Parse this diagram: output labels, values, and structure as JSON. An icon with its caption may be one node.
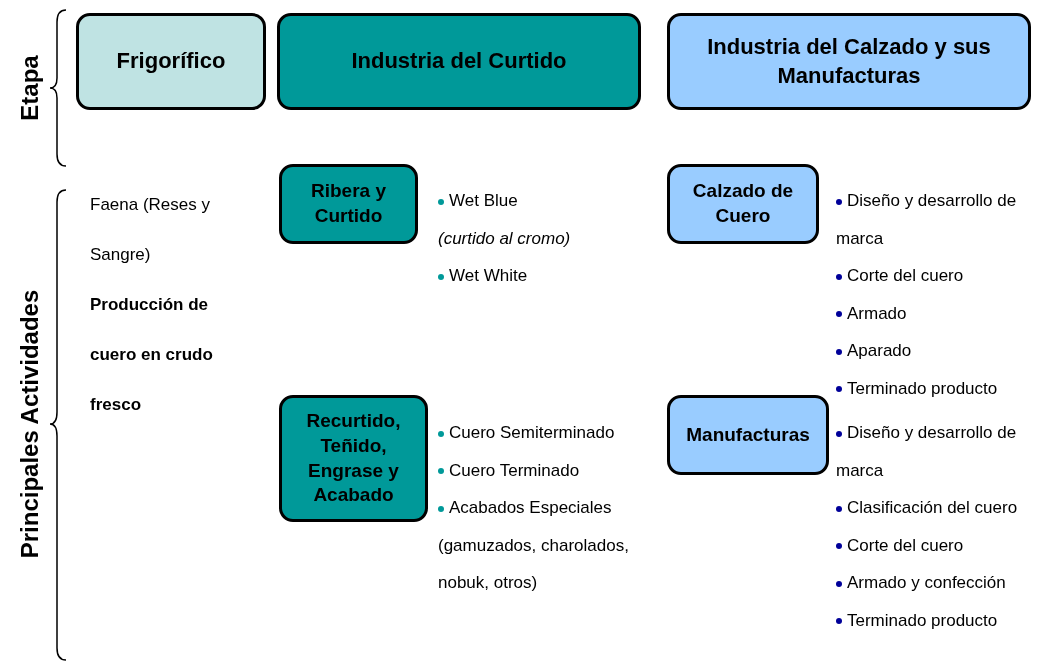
{
  "diagram": {
    "nodes": [
      {
        "text": [
          "Frigorífico"
        ]
      },
      {
        "text": [
          "Industria del Curtido"
        ]
      },
      {
        "text": [
          "Industria del Calzado y sus Manufacturas"
        ]
      },
      {
        "text": [
          "Ribera y Curtido"
        ],
        "beside": [
          "Wet Blue *(curtido al cromo)*",
          "Wet White"
        ]
      },
      {
        "text": [
          "Calzado de Cuero"
        ],
        "beside": [
          "Diseño y desarrollo de marca",
          "Corte del cuero",
          "Armado",
          "Aparado",
          "Terminado producto"
        ]
      },
      {
        "text": [
          "Recurtido, Teñido, Engrase y Acabado"
        ],
        "beside": [
          "Cuero Semiterminado",
          "Cuero Terminado",
          "Acabados Especiales (gamuzados, charolados, nobuk, otros)"
        ]
      },
      {
        "text": [
          "Manufacturas"
        ],
        "beside": [
          "Diseño y desarrollo de marca",
          "Clasificación del cuero",
          "Corte del cuero",
          "Armado y confección",
          "Terminado producto"
        ]
      }
    ],
    "edges": [],
    "labels": [
      "Etapa",
      "Principales Actividades",
      "Faena (Reses y Sangre)",
      "Producción de cuero en crudo fresco"
    ]
  }
}
